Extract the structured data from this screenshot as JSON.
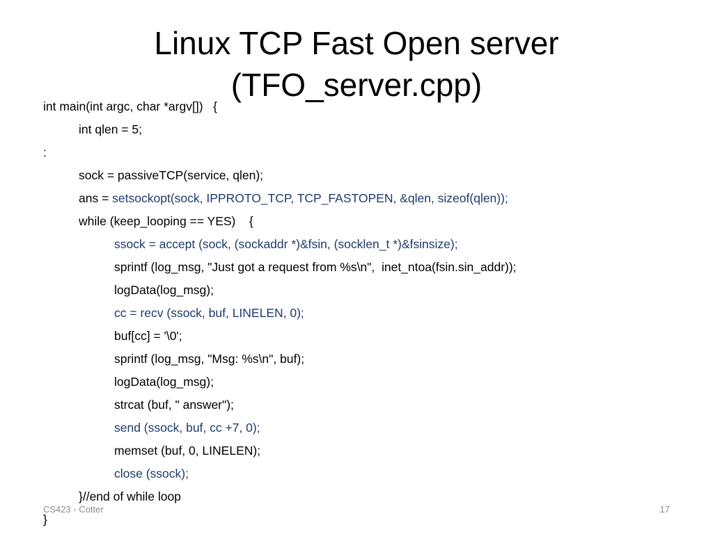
{
  "slide": {
    "title_line1": "Linux TCP Fast Open server",
    "title_line2": "(TFO_server.cpp)",
    "code": [
      {
        "text": "int main(int argc, char *argv[])   {",
        "color": "#000000"
      },
      {
        "text": "int qlen = 5;",
        "color": "#000000"
      },
      {
        "text": ":",
        "color": "#000000"
      },
      {
        "text": "sock = passiveTCP(service, qlen);",
        "color": "#000000"
      },
      {
        "text": "ans = ",
        "color": "#000000"
      },
      {
        "text": "setsockopt(sock, IPPROTO_TCP, TCP_FASTOPEN, &qlen, sizeof(qlen));",
        "color": "#1f3a6b"
      },
      {
        "text": "while (keep_looping == YES)    {",
        "color": "#000000"
      },
      {
        "text": "ssock = accept (sock, (sockaddr *)&fsin, (socklen_t *)&fsinsize);",
        "color": "#1f3a6b"
      },
      {
        "text": "sprintf (log_msg, \"Just got a request from %s\\n\",  inet_ntoa(fsin.sin_addr));",
        "color": "#000000"
      },
      {
        "text": "logData(log_msg);",
        "color": "#000000"
      },
      {
        "text": "cc = recv (ssock, buf, LINELEN, 0);",
        "color": "#1f3a6b"
      },
      {
        "text": "buf[cc] = '\\0';",
        "color": "#000000"
      },
      {
        "text": "sprintf (log_msg, \"Msg: %s\\n\", buf);",
        "color": "#000000"
      },
      {
        "text": "logData(log_msg);",
        "color": "#000000"
      },
      {
        "text": "strcat (buf, \" answer\");",
        "color": "#000000"
      },
      {
        "text": "send (ssock, buf, cc +7, 0);",
        "color": "#1f3a6b"
      },
      {
        "text": "memset (buf, 0, LINELEN);",
        "color": "#000000"
      },
      {
        "text": "close (ssock);",
        "color": "#1f3a6b"
      },
      {
        "text": "}//end of while loop",
        "color": "#000000"
      },
      {
        "text": "}",
        "color": "#000000"
      }
    ],
    "footer_left": "CS423 - Cotter",
    "footer_right": "17"
  }
}
